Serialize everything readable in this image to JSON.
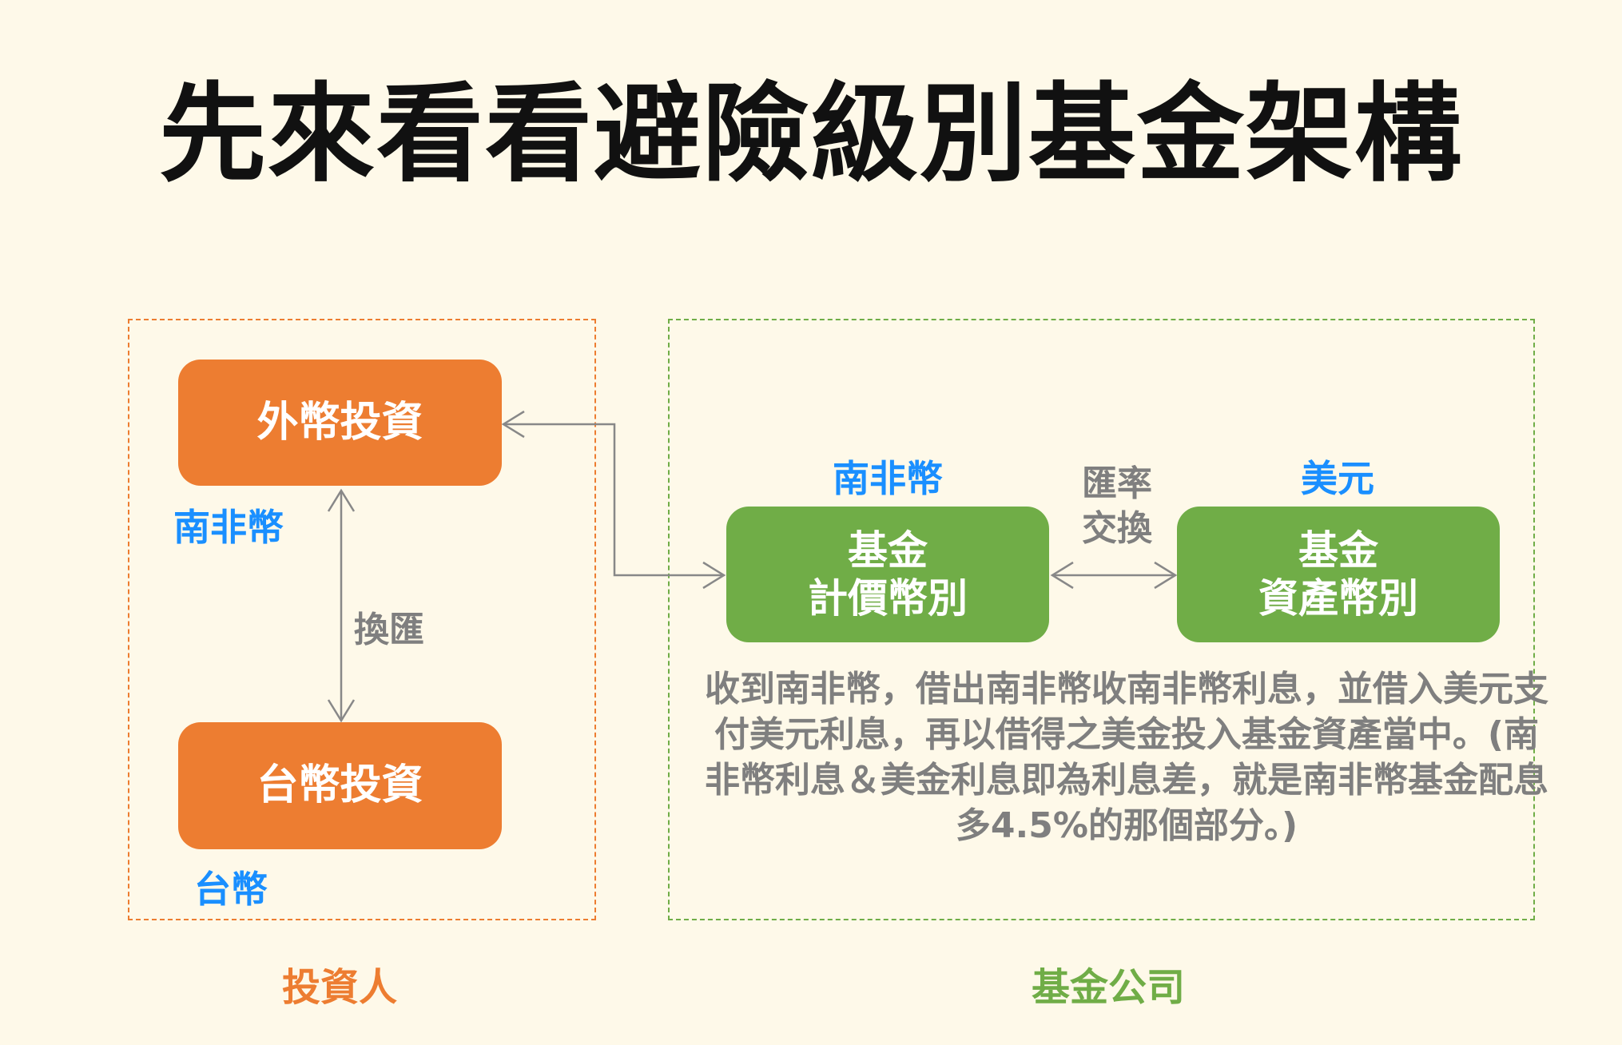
{
  "title": "先來看看避險級別基金架構",
  "investor": {
    "label": "投資人",
    "foreign_box": "外幣投資",
    "foreign_currency": "南非幣",
    "exchange_label": "換匯",
    "twd_box": "台幣投資",
    "twd_currency": "台幣"
  },
  "fund_company": {
    "label": "基金公司",
    "pricing_currency_label": "南非幣",
    "pricing_box": [
      "基金",
      "計價幣別"
    ],
    "asset_currency_label": "美元",
    "asset_box": [
      "基金",
      "資產幣別"
    ],
    "swap_label": [
      "匯率",
      "交換"
    ],
    "description": "收到南非幣，借出南非幣收南非幣利息，並借入美元支付美元利息，再以借得之美金投入基金資產當中。(南非幣利息＆美金利息即為利息差，就是南非幣基金配息多4.5%的那個部分。)"
  },
  "colors": {
    "orange": "#ed7d31",
    "green": "#70ad47",
    "blue": "#1a8fff",
    "gray": "#7f7f7f",
    "background": "#fef9e9"
  }
}
